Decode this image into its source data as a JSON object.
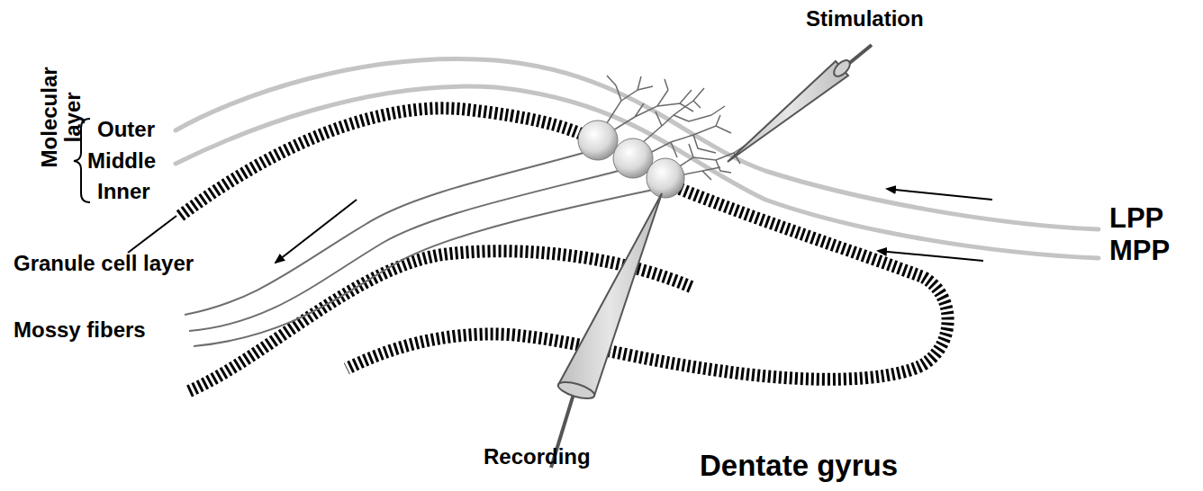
{
  "diagram": {
    "labels": [
      "Stimulation",
      "Molecular layer",
      "Outer",
      "Middle",
      "Inner",
      "Granule cell layer",
      "LPP",
      "MPP",
      "Mossy fibers",
      "Recording",
      "Dentate gyrus"
    ]
  }
}
